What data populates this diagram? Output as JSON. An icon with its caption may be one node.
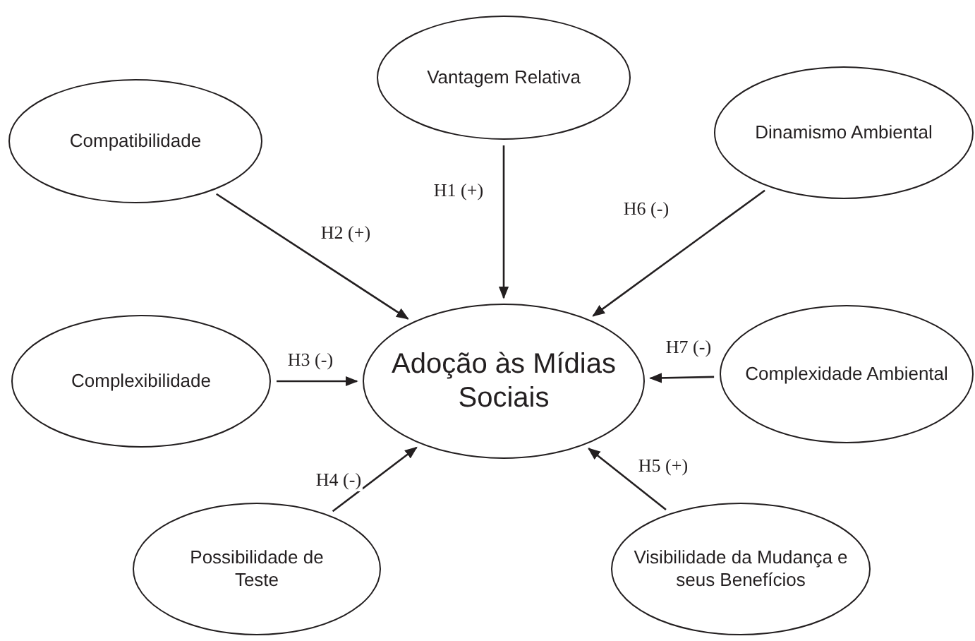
{
  "diagram": {
    "nodes": [
      {
        "text": [
          "Vantagem Relativa"
        ]
      },
      {
        "text": [
          "Compatibilidade"
        ]
      },
      {
        "text": [
          "Dinamismo Ambiental"
        ]
      },
      {
        "text": [
          "Adoção às Mídias Sociais"
        ]
      },
      {
        "text": [
          "Complexibilidade"
        ]
      },
      {
        "text": [
          "Complexidade Ambiental"
        ]
      },
      {
        "text": [
          "Possibilidade de Teste"
        ]
      },
      {
        "text": [
          "Visibilidade da Mudança e seus Benefícios"
        ]
      }
    ],
    "edges": [
      {
        "from": 0,
        "to": 3,
        "arrow": "to",
        "label": "H1 (+)"
      },
      {
        "from": 1,
        "to": 3,
        "arrow": "to",
        "label": "H2 (+)"
      },
      {
        "from": 2,
        "to": 3,
        "arrow": "to",
        "label": "H6 (-)"
      },
      {
        "from": 4,
        "to": 3,
        "arrow": "to",
        "label": "H3 (-)"
      },
      {
        "from": 5,
        "to": 3,
        "arrow": "to",
        "label": "H7 (-)"
      },
      {
        "from": 6,
        "to": 3,
        "arrow": "to",
        "label": "H4 (-)"
      },
      {
        "from": 7,
        "to": 3,
        "arrow": "to",
        "label": "H5 (+)"
      }
    ]
  }
}
